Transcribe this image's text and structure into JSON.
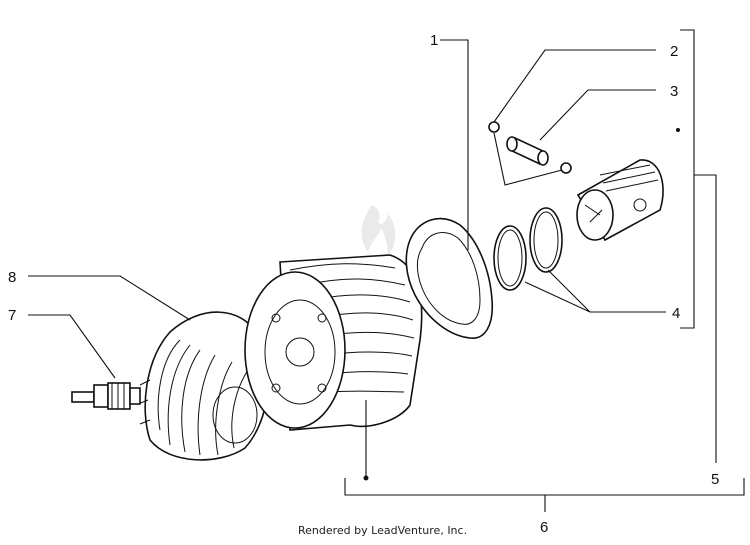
{
  "diagram": {
    "callouts": [
      "1",
      "2",
      "3",
      "4",
      "5",
      "6",
      "7",
      "8"
    ],
    "credit": "Rendered by LeadVenture, Inc."
  },
  "parts": {
    "gasket": "cylinder-base-gasket",
    "clip": "piston-pin-clip",
    "pin": "piston-pin",
    "rings": "piston-rings",
    "piston": "piston",
    "cylinder": "cylinder",
    "head": "cylinder-head",
    "spark_plug": "spark-plug"
  }
}
